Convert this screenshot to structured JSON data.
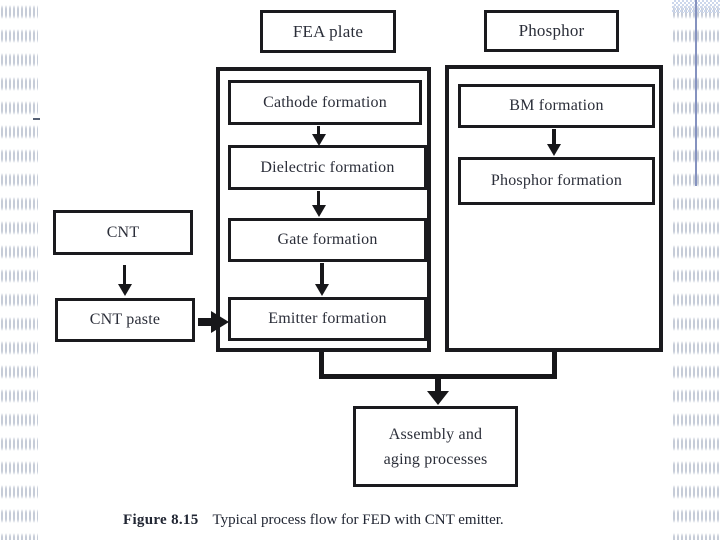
{
  "diagram": {
    "top_labels": {
      "fea_plate": "FEA plate",
      "phosphor": "Phosphor"
    },
    "fea_steps": [
      "Cathode formation",
      "Dielectric formation",
      "Gate formation",
      "Emitter formation"
    ],
    "phosphor_steps": [
      "BM formation",
      "Phosphor formation"
    ],
    "cnt_nodes": {
      "source": "CNT",
      "paste": "CNT paste"
    },
    "final_node": {
      "line1": "Assembly and",
      "line2": "aging processes"
    }
  },
  "figure": {
    "caption_label": "Figure 8.15",
    "caption_text": "Typical process flow for FED with CNT emitter."
  },
  "colors": {
    "box_border": "#1a1a1e",
    "text": "#2b2e39",
    "grid_dots": "#c6ccd8",
    "guide_line_blue": "#8592bf",
    "selection_band_blue": "#ccd7ec"
  }
}
